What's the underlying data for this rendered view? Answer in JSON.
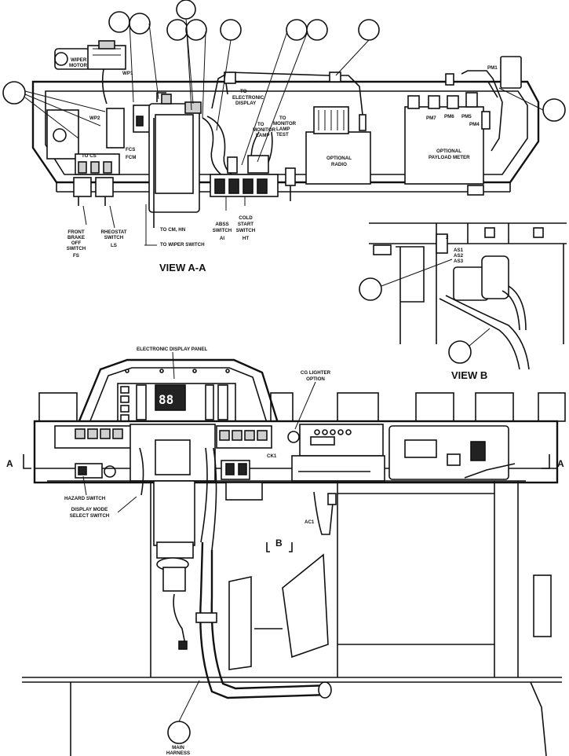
{
  "views": {
    "view_aa": "VIEW A-A",
    "view_b": "VIEW B"
  },
  "labels": {
    "wiper_motor": [
      "WIPER",
      "MOTOR"
    ],
    "wp1": "WP1",
    "wp2": "WP2",
    "to_electronic_display": [
      "TO",
      "ELECTRONIC",
      "DISPLAY"
    ],
    "to_monitor_lamp": [
      "TO",
      "MONITOR",
      "LAMP"
    ],
    "to_monitor_lamp_test": [
      "TO",
      "MONITOR",
      "LAMP",
      "TEST"
    ],
    "fcs": "FCS",
    "fcm": "FCM",
    "to_cs": "TO CS",
    "optional_radio": [
      "OPTIONAL",
      "RADIO"
    ],
    "optional_payload_meter": [
      "OPTIONAL",
      "PAYLOAD METER"
    ],
    "pm1": "PM1",
    "pm4": "PM4",
    "pm5": "PM5",
    "pm6": "PM6",
    "pm7": "PM7",
    "front_brake_off_switch": [
      "FRONT",
      "BRAKE",
      "OFF",
      "SWITCH",
      "FS"
    ],
    "rheostat_switch": [
      "RHEOSTAT",
      "SWITCH",
      "LS"
    ],
    "to_cm_hn": "TO CM, HN",
    "to_wiper_switch": "TO WIPER SWITCH",
    "abs_switch": [
      "ABSS",
      "SWITCH",
      "AI"
    ],
    "cold_start_switch": [
      "COLD",
      "START",
      "SWITCH",
      "HT"
    ],
    "as1": "AS1",
    "as2": "AS2",
    "as3": "AS3",
    "electronic_display_panel": "ELECTRONIC DISPLAY PANEL",
    "cig_lighter_option": [
      "CG LIGHTER",
      "OPTION"
    ],
    "ck1": "CK1",
    "hazard_switch": "HAZARD SWITCH",
    "display_mode_select_switch": [
      "DISPLAY MODE",
      "SELECT SWITCH"
    ],
    "ac1": "AC1",
    "main_harness": [
      "MAIN",
      "HARNESS"
    ],
    "section_a_left": "A",
    "section_a_right": "A",
    "section_b": "B"
  }
}
